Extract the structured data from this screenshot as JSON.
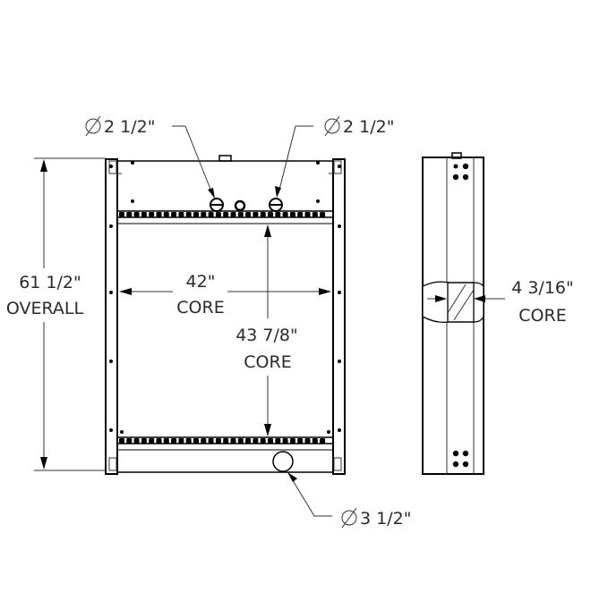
{
  "labels": {
    "inlet_left": "2 1/2\"",
    "inlet_right": "2 1/2\"",
    "outlet": "3 1/2\"",
    "overall_value": "61 1/2\"",
    "overall_word": "OVERALL",
    "core_width_value": "42\"",
    "core_width_word": "CORE",
    "core_height_value": "43 7/8\"",
    "core_height_word": "CORE",
    "core_depth_value": "4 3/16\"",
    "core_depth_word": "CORE"
  },
  "symbols": {
    "diameter": "diameter-symbol"
  },
  "colors": {
    "line": "#000000",
    "text": "#2a2a2a",
    "background": "#ffffff"
  }
}
